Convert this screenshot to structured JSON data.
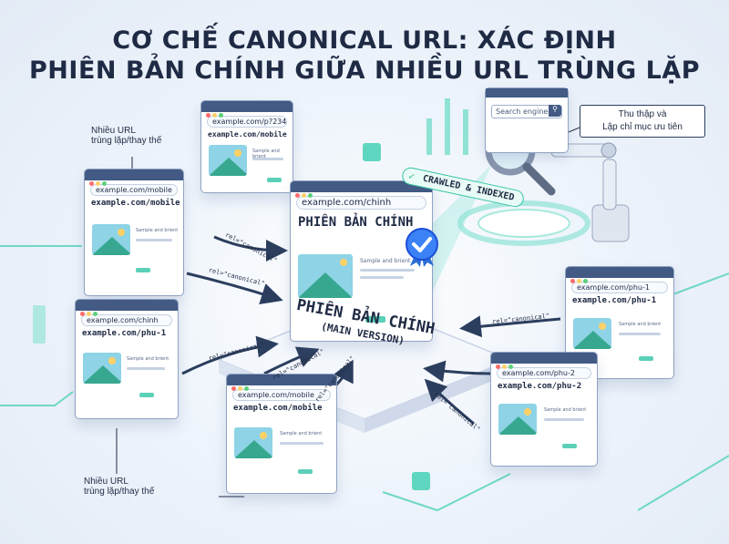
{
  "title_line1": "CƠ CHẾ CANONICAL URL: XÁC ĐỊNH",
  "title_line2": "PHIÊN BẢN CHÍNH GIỮA NHIỀU URL TRÙNG LẶP",
  "label_top_left": [
    "Nhiều URL",
    "trùng lặp/thay thế"
  ],
  "label_bottom_left": [
    "Nhiều URL",
    "trùng lặp/thay thế"
  ],
  "callout_crawl": [
    "Thu thập và",
    "Lập chỉ mục ưu tiên"
  ],
  "search_placeholder": "Search engine",
  "crawled_badge": "CRAWLED & INDEXED",
  "center_label": {
    "main": "PHIÊN BẢN CHÍNH",
    "sub": "(MAIN VERSION)"
  },
  "main_page": {
    "url": "example.com/chinh",
    "heading": "PHIÊN BẢN CHÍNH",
    "snippet": [
      "Sample and brient"
    ]
  },
  "pages": [
    {
      "id": "p234",
      "url": "example.com/p?234",
      "heading": "example.com/mobile",
      "snippet": "Sample and brient"
    },
    {
      "id": "mobile-left",
      "url": "example.com/mobile",
      "heading": "example.com/mobile",
      "snippet": "Sample and brient"
    },
    {
      "id": "chinh-left",
      "url": "example.com/chinh",
      "heading": "example.com/phu-1",
      "snippet": "Sample and brient"
    },
    {
      "id": "mobile-bottom",
      "url": "example.com/mobile",
      "heading": "example.com/mobile",
      "snippet": "Sample and brient"
    },
    {
      "id": "phu1-right",
      "url": "example.com/phu-1",
      "heading": "example.com/phu-1",
      "snippet": "Sample and brient"
    },
    {
      "id": "phu2-right",
      "url": "example.com/phu-2",
      "heading": "example.com/phu-2",
      "snippet": "Sample and brient"
    }
  ],
  "rel_canonical": "rel=\"canonical\"",
  "colors": {
    "window_bar": "#425a84",
    "accent_teal": "#36c4a6",
    "title": "#1f2a44",
    "arrow": "#2c3e5e"
  }
}
